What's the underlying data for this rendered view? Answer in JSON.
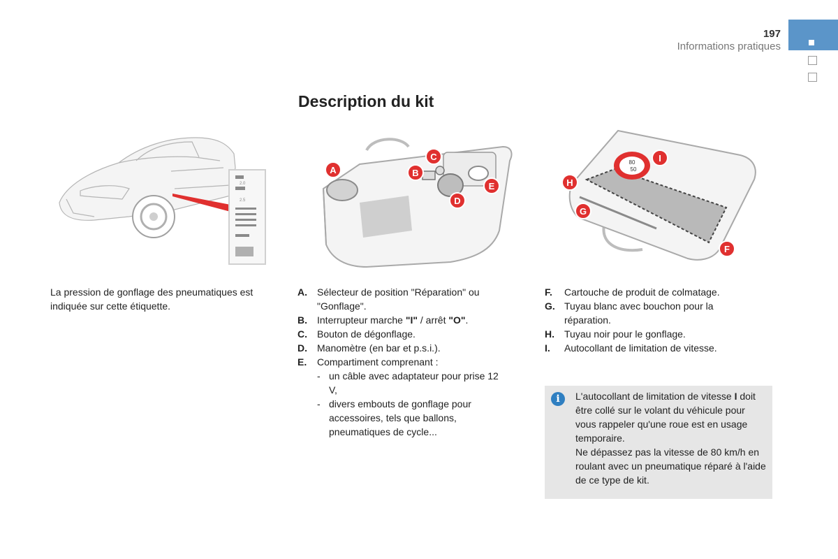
{
  "header": {
    "page_number": "197",
    "section": "Informations pratiques"
  },
  "title": "Description du kit",
  "figure_car": {
    "caption": "La pression de gonflage des pneumatiques est indiquée sur cette étiquette.",
    "label_lines": [
      "2.0",
      "2.5"
    ]
  },
  "figure_kit": {
    "callouts": [
      "A",
      "B",
      "C",
      "D",
      "E"
    ]
  },
  "figure_kit_back": {
    "callouts": [
      "F",
      "G",
      "H",
      "I"
    ],
    "sticker_values": [
      "80",
      "50"
    ]
  },
  "list_left": {
    "items": [
      {
        "letter": "A.",
        "text": "Sélecteur de position \"Réparation\" ou \"Gonflage\"."
      },
      {
        "letter": "B.",
        "pre": "Interrupteur marche ",
        "b1": "\"I\"",
        "mid": " / arrêt ",
        "b2": "\"O\"",
        "post": "."
      },
      {
        "letter": "C.",
        "text": "Bouton de dégonflage."
      },
      {
        "letter": "D.",
        "text": "Manomètre (en bar et p.s.i.)."
      },
      {
        "letter": "E.",
        "text": "Compartiment comprenant :"
      }
    ],
    "sub_items": [
      {
        "dash": "-",
        "text": "un câble avec adaptateur pour prise 12 V,"
      },
      {
        "dash": "-",
        "text": "divers embouts de gonflage pour accessoires, tels que ballons, pneumatiques de cycle..."
      }
    ]
  },
  "list_right": {
    "items": [
      {
        "letter": "F.",
        "text": "Cartouche de produit de colmatage."
      },
      {
        "letter": "G.",
        "text": "Tuyau blanc avec bouchon pour la réparation."
      },
      {
        "letter": "H.",
        "text": "Tuyau noir pour le gonflage."
      },
      {
        "letter": "I.",
        "text": "Autocollant de limitation de vitesse."
      }
    ]
  },
  "info": {
    "icon": "info-icon",
    "icon_glyph": "i",
    "line1_pre": "L'autocollant de limitation de vitesse ",
    "line1_bold": "I",
    "line1_post": " doit être collé sur le volant du véhicule pour vous rappeler qu'une roue est en usage temporaire.",
    "line2": "Ne dépassez pas la vitesse de 80 km/h en roulant avec un pneumatique réparé à l'aide de ce type de kit."
  },
  "colors": {
    "accent_blue": "#5b95c9",
    "callout_red": "#e0302f",
    "info_bg": "#e6e6e6"
  }
}
